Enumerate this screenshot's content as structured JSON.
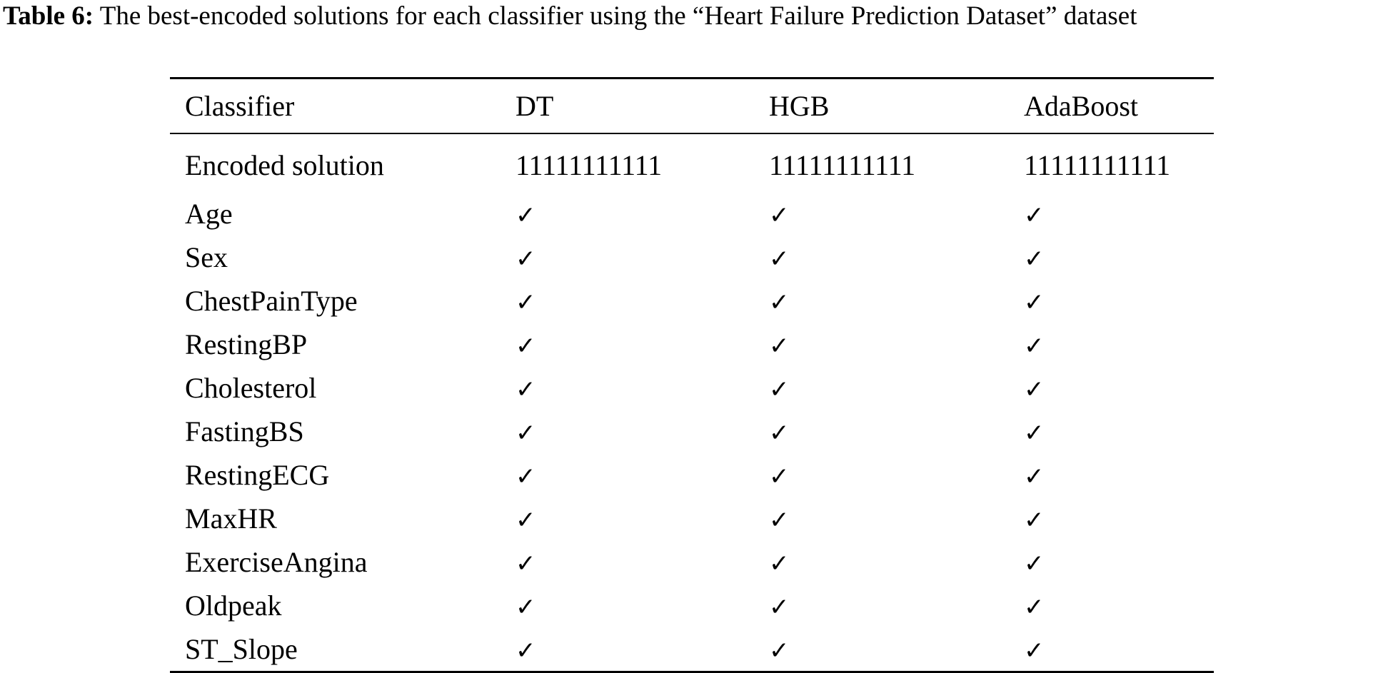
{
  "caption": {
    "label": "Table 6:",
    "text": " The best-encoded solutions for each classifier using the “Heart Failure Prediction Dataset” dataset"
  },
  "table": {
    "headers": [
      "Classifier",
      "DT",
      "HGB",
      "AdaBoost"
    ],
    "encoded_row": {
      "label": "Encoded solution",
      "values": [
        "11111111111",
        "11111111111",
        "11111111111"
      ]
    },
    "check_glyph": "✓",
    "features": [
      {
        "name": "Age",
        "selected": [
          true,
          true,
          true
        ]
      },
      {
        "name": "Sex",
        "selected": [
          true,
          true,
          true
        ]
      },
      {
        "name": "ChestPainType",
        "selected": [
          true,
          true,
          true
        ]
      },
      {
        "name": "RestingBP",
        "selected": [
          true,
          true,
          true
        ]
      },
      {
        "name": "Cholesterol",
        "selected": [
          true,
          true,
          true
        ]
      },
      {
        "name": "FastingBS",
        "selected": [
          true,
          true,
          true
        ]
      },
      {
        "name": "RestingECG",
        "selected": [
          true,
          true,
          true
        ]
      },
      {
        "name": "MaxHR",
        "selected": [
          true,
          true,
          true
        ]
      },
      {
        "name": "ExerciseAngina",
        "selected": [
          true,
          true,
          true
        ]
      },
      {
        "name": "Oldpeak",
        "selected": [
          true,
          true,
          true
        ]
      },
      {
        "name": "ST_Slope",
        "selected": [
          true,
          true,
          true
        ]
      }
    ]
  }
}
